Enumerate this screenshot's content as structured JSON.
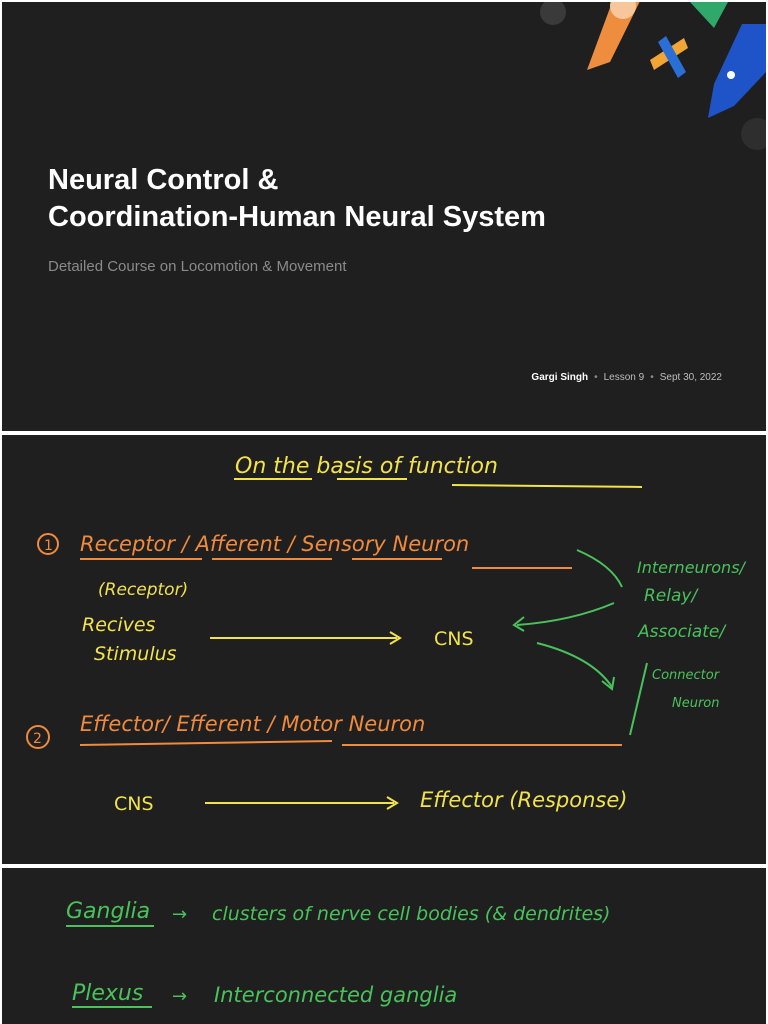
{
  "slide1": {
    "title_line1": "Neural Control &",
    "title_line2": "Coordination-Human Neural System",
    "subtitle": "Detailed Course on Locomotion & Movement",
    "author": "Gargi Singh",
    "lesson": "Lesson 9",
    "date": "Sept 30, 2022",
    "separator": "•"
  },
  "slide2": {
    "heading": "On the basis of function",
    "item1_number": "1",
    "item1_text": "Receptor / Afferent / Sensory Neuron",
    "item1_sub": "(Receptor)",
    "item1_desc1": "Recives",
    "item1_desc2": "Stimulus",
    "cns_1": "CNS",
    "inter_line1": "Interneurons/",
    "inter_line2": "Relay/",
    "inter_line3": "Associate/",
    "inter_line4": "Connector",
    "inter_line5": "Neuron",
    "item2_number": "2",
    "item2_text": "Effector/ Efferent / Motor Neuron",
    "cns_2": "CNS",
    "effector": "Effector (Response)",
    "colors": {
      "yellow": "#f2e34b",
      "orange": "#f08a3c",
      "green": "#49c25a"
    }
  },
  "slide3": {
    "term1": "Ganglia",
    "arrow": "→",
    "def1": "clusters of nerve cell bodies (& dendrites)",
    "term2": "Plexus",
    "def2": "Interconnected ganglia"
  }
}
